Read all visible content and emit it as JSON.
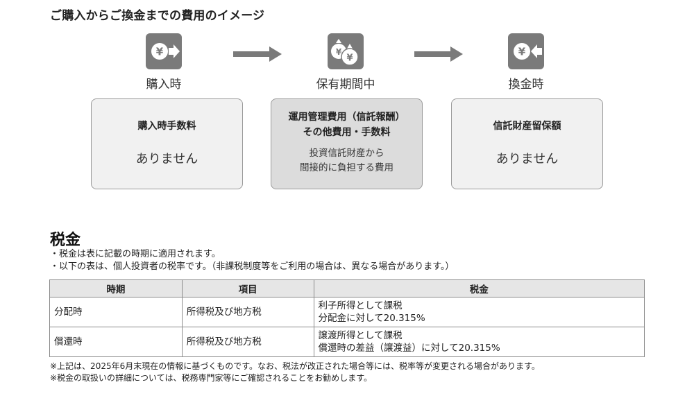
{
  "heading": "ご購入からご換金までの費用のイメージ",
  "steps": [
    {
      "label": "購入時",
      "icon": "yen-arrow-right-icon"
    },
    {
      "label": "保有期間中",
      "icon": "yen-money-bags-icon"
    },
    {
      "label": "換金時",
      "icon": "yen-arrow-left-icon"
    }
  ],
  "boxes": {
    "purchase": {
      "title": "購入時手数料",
      "value": "ありません"
    },
    "holding": {
      "title_line1": "運用管理費用（信託報酬）",
      "title_line2": "その他費用・手数料",
      "desc_line1": "投資信託財産から",
      "desc_line2": "間接的に負担する費用"
    },
    "redemption": {
      "title": "信託財産留保額",
      "value": "ありません"
    }
  },
  "tax": {
    "title": "税金",
    "notes": [
      "・税金は表に記載の時期に適用されます。",
      "・以下の表は、個人投資者の税率です。（非課税制度等をご利用の場合は、異なる場合があります。）"
    ],
    "table": {
      "headers": [
        "時期",
        "項目",
        "税金"
      ],
      "rows": [
        {
          "period": "分配時",
          "item": "所得税及び地方税",
          "tax_line1": "利子所得として課税",
          "tax_line2": "分配金に対して20.315%"
        },
        {
          "period": "償還時",
          "item": "所得税及び地方税",
          "tax_line1": "譲渡所得として課税",
          "tax_line2": "償還時の差益（譲渡益）に対して20.315%"
        }
      ]
    },
    "footnotes": [
      "※上記は、2025年6月末現在の情報に基づくものです。なお、税法が改正された場合等には、税率等が変更される場合があります。",
      "※税金の取扱いの詳細については、税務専門家等にご確認されることをお勧めします。"
    ]
  },
  "colors": {
    "icon_bg": "#7a7a7a",
    "box_bg": "#f1f1f1",
    "box_mid_bg": "#dcdcdc",
    "table_header_bg": "#e6e6e6"
  }
}
